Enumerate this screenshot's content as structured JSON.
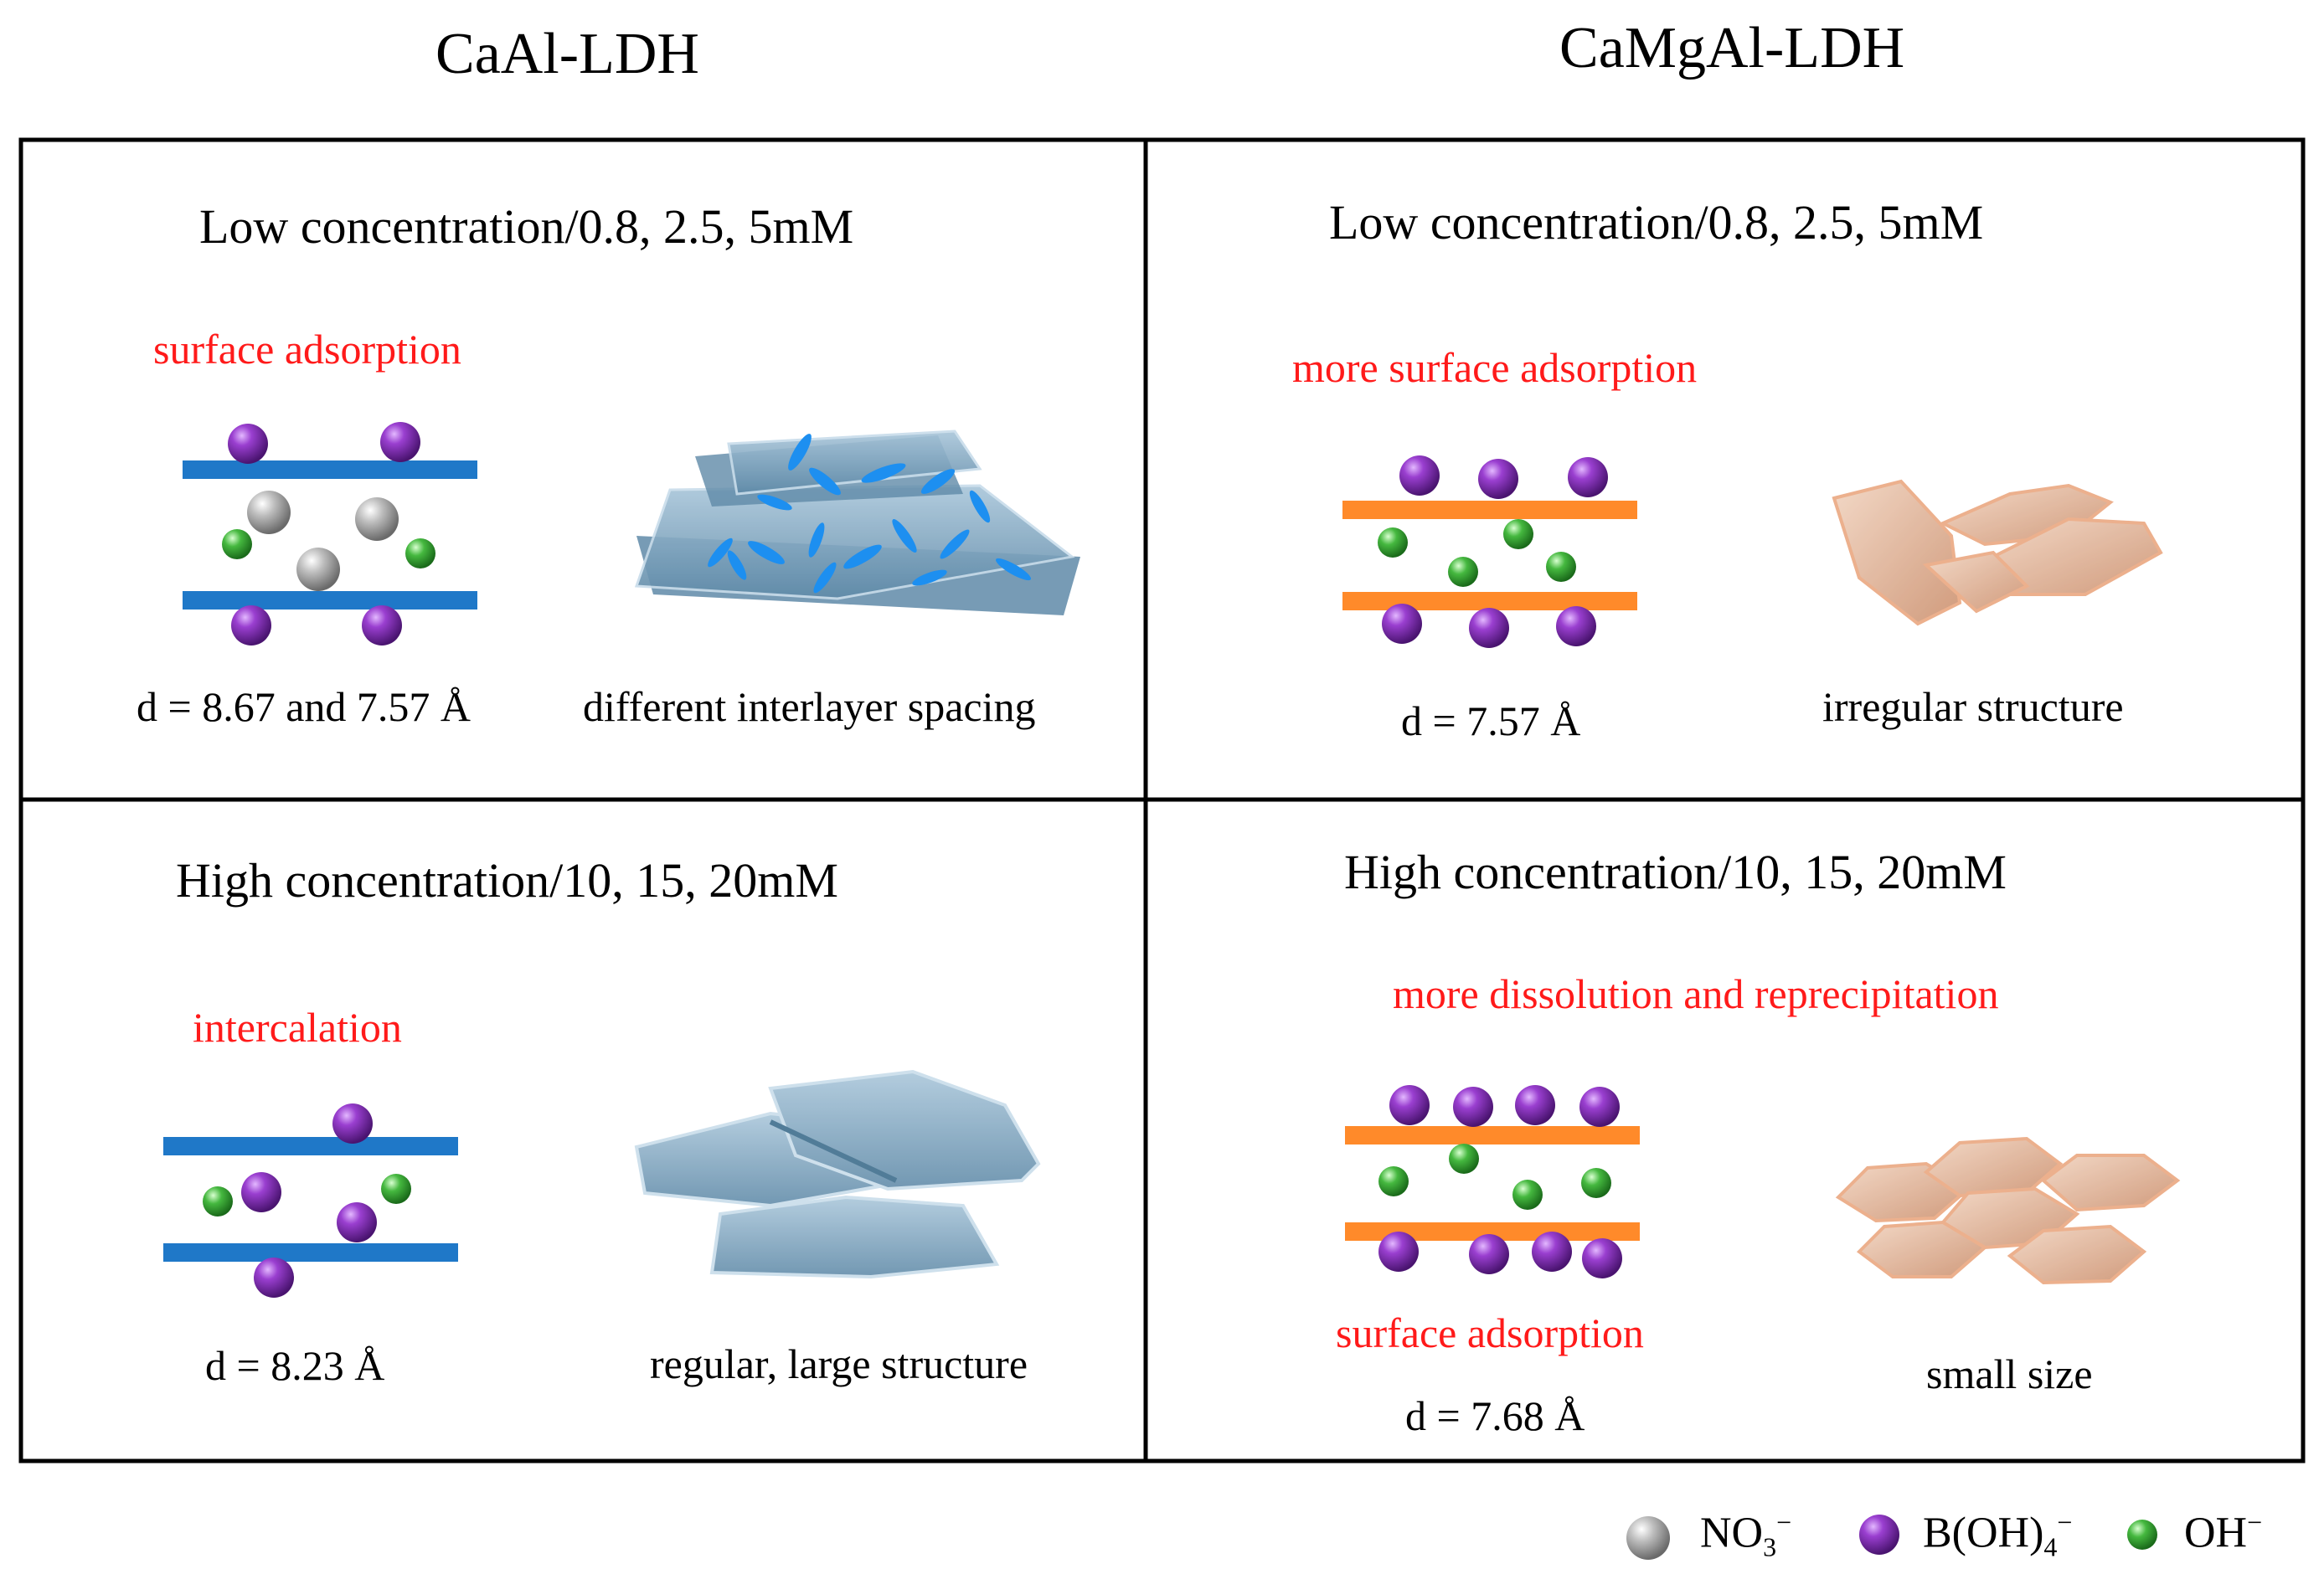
{
  "columns": [
    "CaAl-LDH",
    "CaMgAl-LDH"
  ],
  "panels": {
    "caal_low": {
      "condition": "Low concentration/0.8,  2.5, 5mM",
      "mechanism": "surface  adsorption",
      "d_spacing": "d = 8.67 and 7.57 Å",
      "morphology": "different  interlayer  spacing"
    },
    "camgal_low": {
      "condition": "Low concentration/0.8,  2.5, 5mM",
      "mechanism": "more surface  adsorption",
      "d_spacing": "d = 7.57 Å",
      "morphology": "irregular  structure"
    },
    "caal_high": {
      "condition": "High concentration/10,  15, 20mM",
      "mechanism": "intercalation",
      "d_spacing": "d = 8.23 Å",
      "morphology": "regular,  large  structure"
    },
    "camgal_high": {
      "condition": "High concentration/10,  15, 20mM",
      "mechanism": "more dissolution  and reprecipitation",
      "mechanism2": "surface  adsorption",
      "d_spacing": "d = 7.68 Å",
      "morphology": "small size"
    }
  },
  "legend": [
    {
      "base": "NO",
      "sub": "3",
      "sup": "−",
      "icon": "gray-sphere"
    },
    {
      "base": "B(OH)",
      "sub": "4",
      "sup": "−",
      "icon": "purple-sphere"
    },
    {
      "base": "OH",
      "sub": "",
      "sup": "−",
      "icon": "green-sphere"
    }
  ],
  "colors": {
    "caal_layer": "#1f78c8",
    "camgal_layer": "#ff8a2a",
    "borate": "#7a2aa8",
    "nitrate": "#a8a8a8",
    "hydroxide": "#3fae3f",
    "mechanism_text": "#ff1a1a"
  }
}
